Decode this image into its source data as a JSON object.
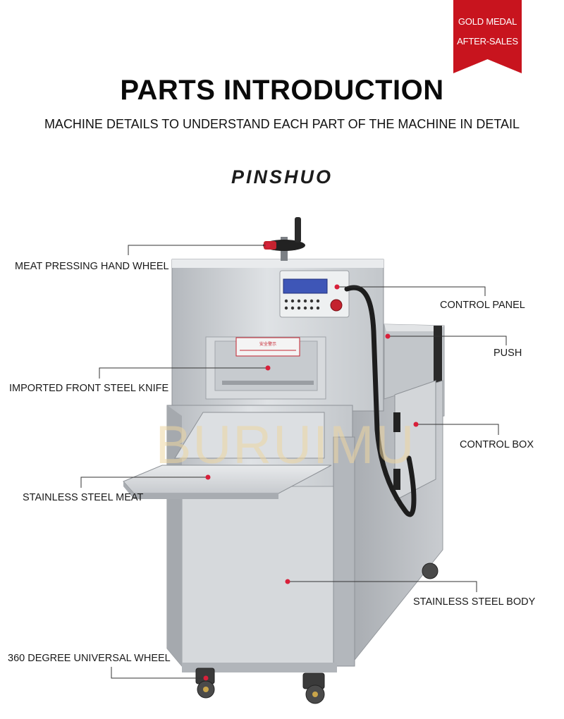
{
  "badge": {
    "line1": "GOLD MEDAL",
    "line2": "AFTER-SALES",
    "color": "#c8141e"
  },
  "header": {
    "title": "PARTS INTRODUCTION",
    "subtitle": "MACHINE DETAILS TO UNDERSTAND EACH PART OF THE MACHINE IN DETAIL"
  },
  "brand": "PINSHUO",
  "watermark": "BURUIMU",
  "panel_display": {
    "warning_sign": "安全警示"
  },
  "parts": [
    {
      "label": "MEAT PRESSING HAND WHEEL"
    },
    {
      "label": "CONTROL PANEL"
    },
    {
      "label": "PUSH"
    },
    {
      "label": "IMPORTED FRONT STEEL KNIFE"
    },
    {
      "label": "CONTROL BOX"
    },
    {
      "label": "STAINLESS STEEL MEAT"
    },
    {
      "label": "STAINLESS STEEL BODY"
    },
    {
      "label": "360 DEGREE UNIVERSAL WHEEL"
    }
  ],
  "colors": {
    "marker": "#d8203a",
    "steel": "#c9ccd0",
    "leader": "#333333"
  }
}
